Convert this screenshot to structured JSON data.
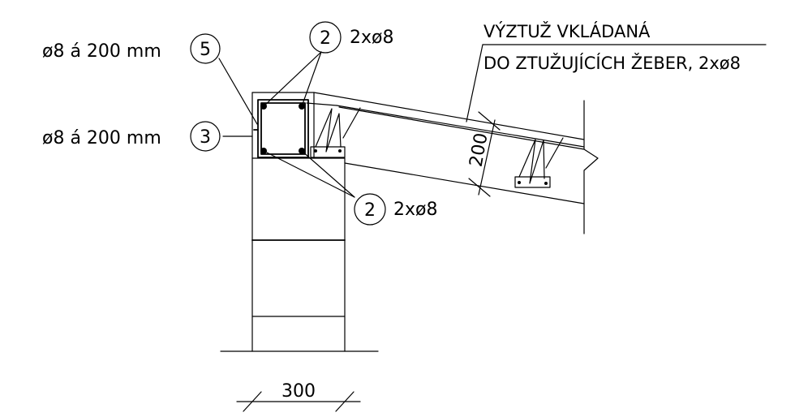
{
  "labels": {
    "bar5_spec": "ø8 á 200 mm",
    "bar5_mark": "5",
    "bar3_spec": "ø8 á 200 mm",
    "bar3_mark": "3",
    "bar2_top_mark": "2",
    "bar2_top_spec": "2xø8",
    "bar2_bottom_mark": "2",
    "bar2_bottom_spec": "2xø8",
    "rib_note_line1": "VÝZTUŽ VKLÁDANÁ",
    "rib_note_line2": "DO ZTUŽUJÍCÍCH ŽEBER, 2xø8",
    "slab_depth": "200",
    "wall_width": "300"
  }
}
